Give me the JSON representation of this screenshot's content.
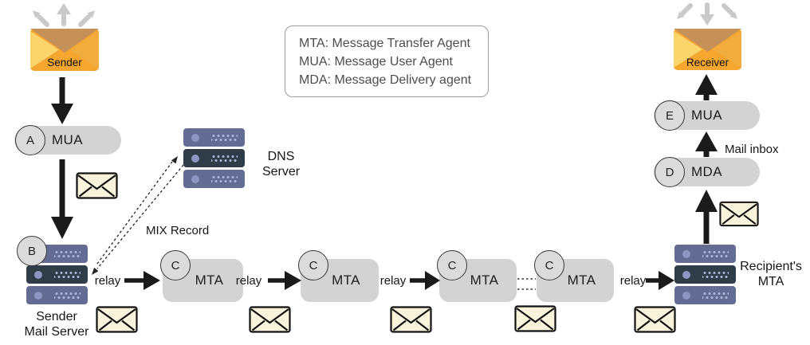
{
  "legend": {
    "lines": [
      "MTA: Message Transfer Agent",
      "MUA: Message User Agent",
      "MDA: Message Delivery agent"
    ]
  },
  "sender": {
    "label": "Sender"
  },
  "receiver": {
    "label": "Receiver"
  },
  "sender_mua": {
    "badge": "A",
    "label": "MUA"
  },
  "sender_mail_server": {
    "badge": "B",
    "name_line1": "Sender",
    "name_line2": "Mail Server"
  },
  "dns": {
    "name_line1": "DNS",
    "name_line2": "Server"
  },
  "mix_record_label": "MIX Record",
  "relay_labels": [
    "relay",
    "relay",
    "relay",
    "relay"
  ],
  "mta_chain": [
    {
      "badge": "C",
      "label": "MTA"
    },
    {
      "badge": "C",
      "label": "MTA"
    },
    {
      "badge": "C",
      "label": "MTA"
    },
    {
      "badge": "C",
      "label": "MTA"
    }
  ],
  "recipient_mta": {
    "name_line1": "Recipient's",
    "name_line2": "MTA"
  },
  "mda": {
    "badge": "D",
    "label": "MDA"
  },
  "receiver_mua": {
    "badge": "E",
    "label": "MUA"
  },
  "mail_inbox_label": "Mail inbox",
  "colors": {
    "envelope_orange": "#F5A62F",
    "envelope_flap": "#C69159",
    "envelope_left_fold": "#FBD46C",
    "envelope_right_fold": "#F2AC3D",
    "mail_cream": "#FAF3DC",
    "server_slate": "#646C94",
    "server_dark": "#303C47",
    "pill_gray": "#D3D3D3",
    "arrow_black": "#1A1A1A",
    "arrow_gray": "#C9C9C9"
  }
}
